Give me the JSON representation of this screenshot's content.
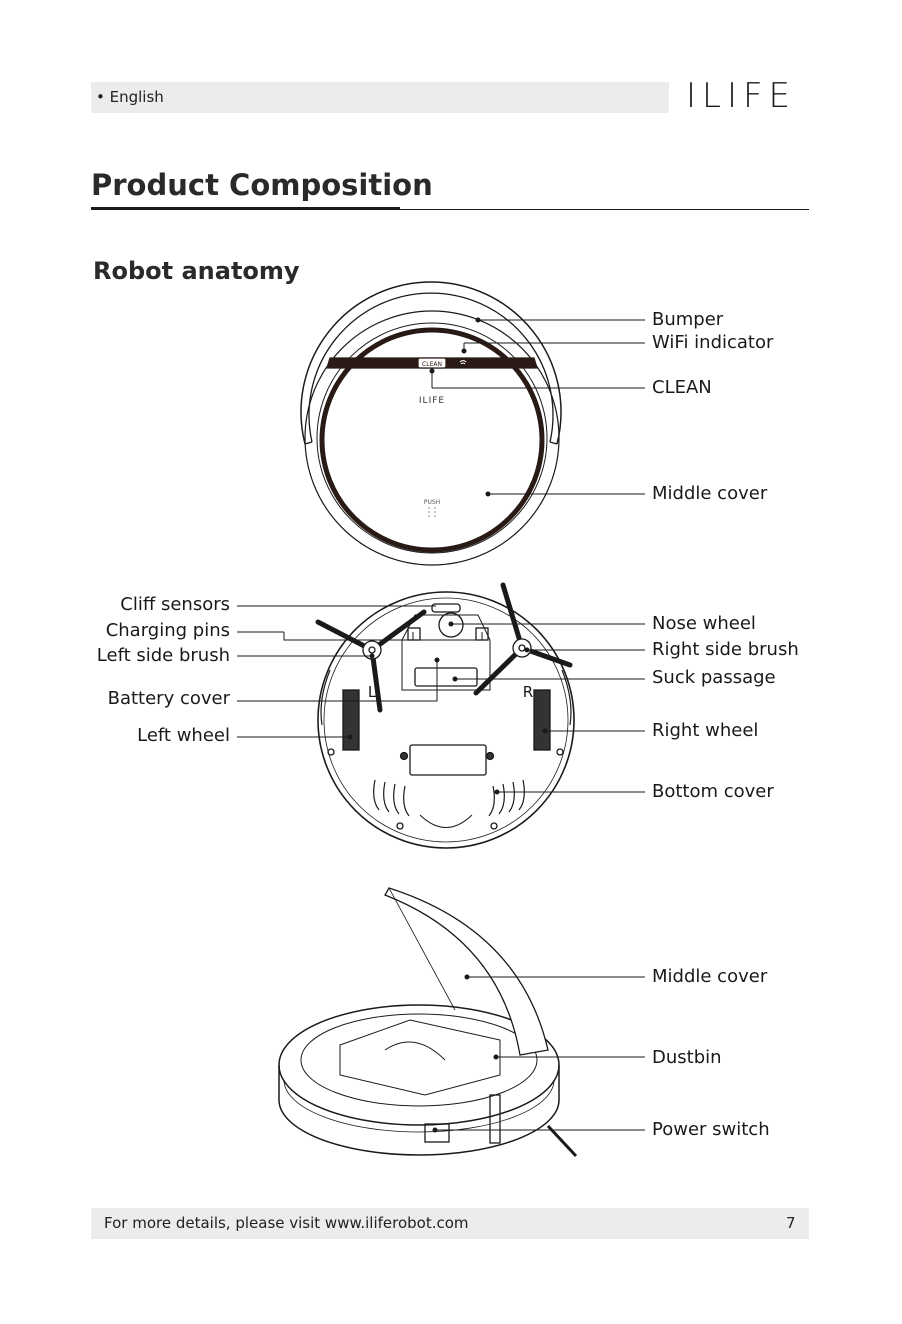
{
  "header": {
    "language": "English",
    "brand": "ILIFE"
  },
  "page_title": "Product Composition",
  "section_title": "Robot anatomy",
  "top_view": {
    "labels": [
      "Bumper",
      "WiFi indicator",
      "CLEAN",
      "Middle cover"
    ],
    "robot_logo": "ILIFE",
    "button_text": "CLEAN",
    "push_text": "PUSH"
  },
  "bottom_view": {
    "left_labels": [
      "Cliff sensors",
      "Charging pins",
      "Left side brush",
      "Battery cover",
      "Left wheel"
    ],
    "right_labels": [
      "Nose wheel",
      "Right side brush",
      "Suck passage",
      "Right wheel",
      "Bottom cover"
    ],
    "wheel_marks": {
      "left": "L",
      "right": "R"
    }
  },
  "open_view": {
    "labels": [
      "Middle cover",
      "Dustbin",
      "Power switch"
    ]
  },
  "footer": {
    "text": "For more details, please visit www.iliferobot.com",
    "page": "7"
  }
}
